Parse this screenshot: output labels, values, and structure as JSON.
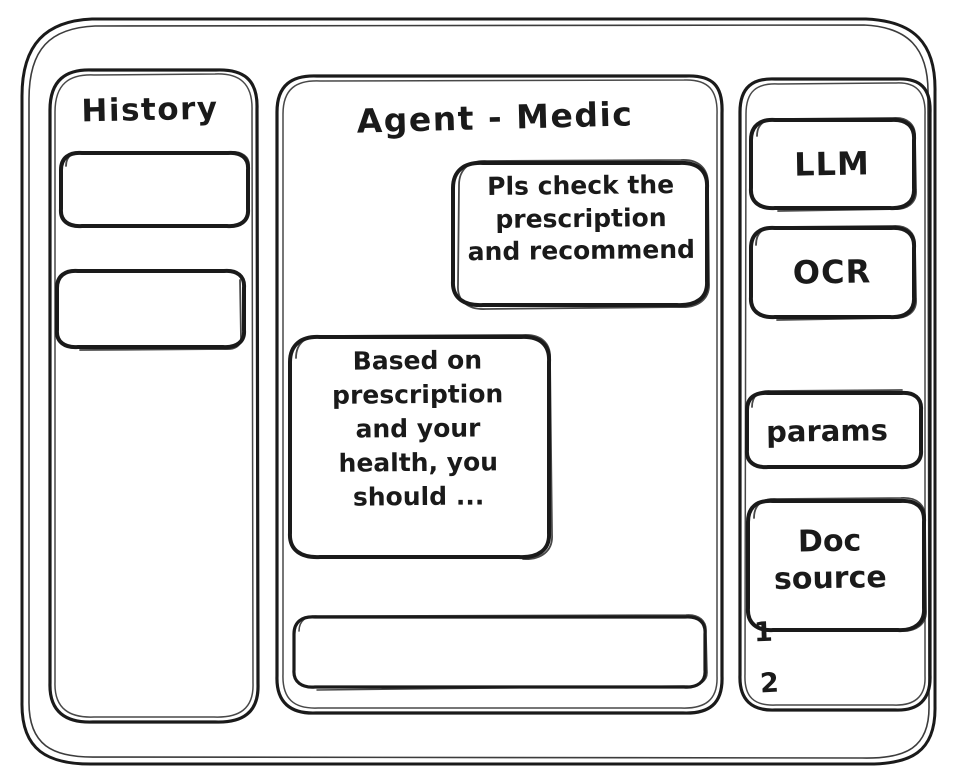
{
  "window": {
    "name": "agent-medic-wireframe"
  },
  "sidebar_left": {
    "title": "History",
    "items": [
      {
        "name": "history-item-1",
        "label": ""
      },
      {
        "name": "history-item-2",
        "label": ""
      }
    ]
  },
  "main": {
    "title": "Agent - Medic",
    "messages": [
      {
        "role": "user",
        "name": "user-message-bubble",
        "text": "Pls check the\nprescription\nand recommend"
      },
      {
        "role": "assistant",
        "name": "assistant-message-bubble",
        "text": "Based on\nprescription\nand your\nhealth, you\nshould ..."
      }
    ],
    "composer": {
      "value": "",
      "placeholder": ""
    }
  },
  "sidebar_right": {
    "cards": [
      {
        "name": "llm-card",
        "label": "LLM"
      },
      {
        "name": "ocr-card",
        "label": "OCR"
      },
      {
        "name": "params-card",
        "label": "params"
      },
      {
        "name": "doc-source-card",
        "label": "Doc\nsource"
      }
    ],
    "doc_list": [
      {
        "label": "1"
      },
      {
        "label": "2"
      }
    ]
  },
  "style": {
    "stroke_color": "#1a1a1a",
    "background_color": "#ffffff"
  }
}
